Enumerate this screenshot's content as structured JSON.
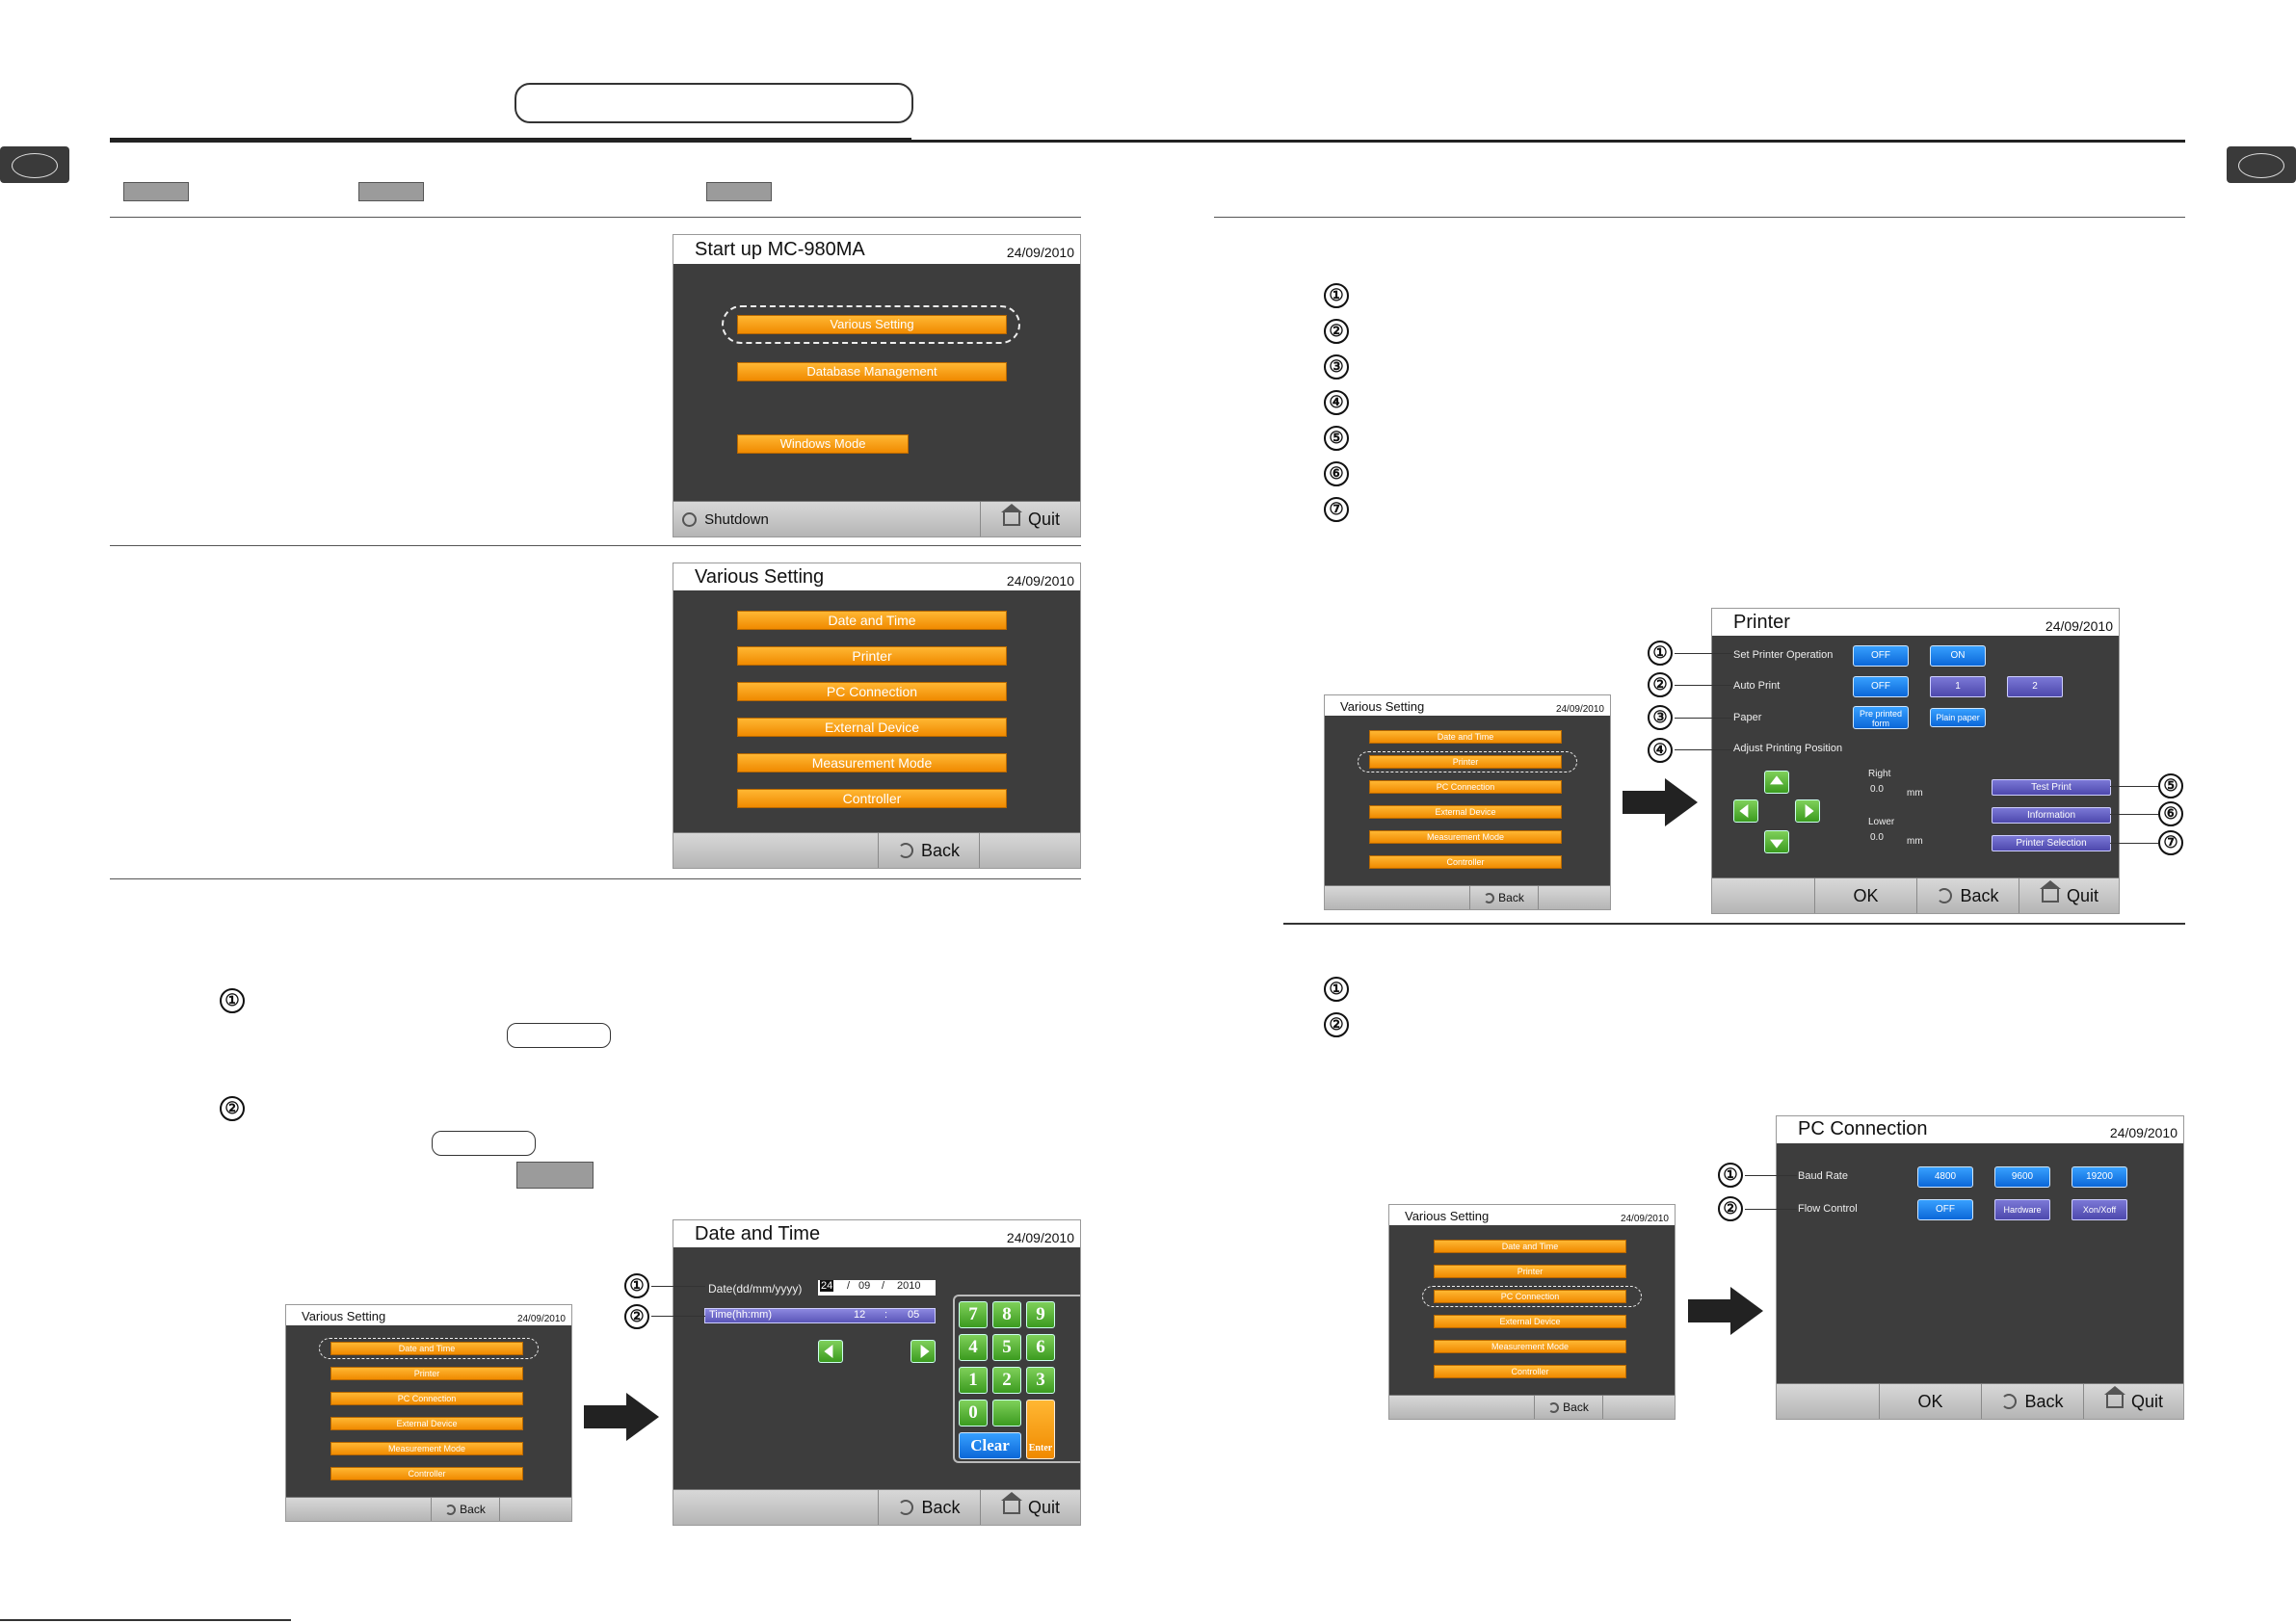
{
  "screens": {
    "startup": {
      "title": "Start up MC-980MA",
      "date": "24/09/2010",
      "buttons": [
        "Various Setting",
        "Database Management",
        "Windows Mode"
      ],
      "footer": {
        "shutdown": "Shutdown",
        "quit": "Quit"
      }
    },
    "various": {
      "title": "Various Setting",
      "date": "24/09/2010",
      "buttons": [
        "Date and Time",
        "Printer",
        "PC Connection",
        "External Device",
        "Measurement Mode",
        "Controller"
      ],
      "footer": {
        "back": "Back"
      }
    },
    "datetime": {
      "title": "Date and Time",
      "date": "24/09/2010",
      "date_label": "Date(dd/mm/yyyy)",
      "date_dd": "24",
      "date_mm": "09",
      "date_yyyy": "2010",
      "sep": "/",
      "time_label": "Time(hh:mm)",
      "time_hh": "12",
      "time_mm": "05",
      "colon": ":",
      "keys": [
        "7",
        "8",
        "9",
        "4",
        "5",
        "6",
        "1",
        "2",
        "3",
        "0"
      ],
      "clear": "Clear",
      "enter": "Enter",
      "footer": {
        "back": "Back",
        "quit": "Quit"
      }
    },
    "printer": {
      "title": "Printer",
      "date": "24/09/2010",
      "rows": {
        "set_op": "Set Printer Operation",
        "auto": "Auto Print",
        "paper": "Paper",
        "adjust": "Adjust Printing Position"
      },
      "off": "OFF",
      "on": "ON",
      "one": "1",
      "two": "2",
      "preprinted": "Pre printed form",
      "plain": "Plain paper",
      "right": "Right",
      "lower": "Lower",
      "right_val": "0.0",
      "lower_val": "0.0",
      "mm": "mm",
      "test": "Test Print",
      "info": "Information",
      "select": "Printer Selection",
      "footer": {
        "ok": "OK",
        "back": "Back",
        "quit": "Quit"
      }
    },
    "pc": {
      "title": "PC Connection",
      "date": "24/09/2010",
      "baud": "Baud Rate",
      "flow": "Flow Control",
      "b1": "4800",
      "b2": "9600",
      "b3": "19200",
      "off": "OFF",
      "hw": "Hardware",
      "xon": "Xon/Xoff",
      "footer": {
        "ok": "OK",
        "back": "Back",
        "quit": "Quit"
      }
    }
  },
  "callouts": [
    "①",
    "②",
    "③",
    "④",
    "⑤",
    "⑥",
    "⑦"
  ]
}
